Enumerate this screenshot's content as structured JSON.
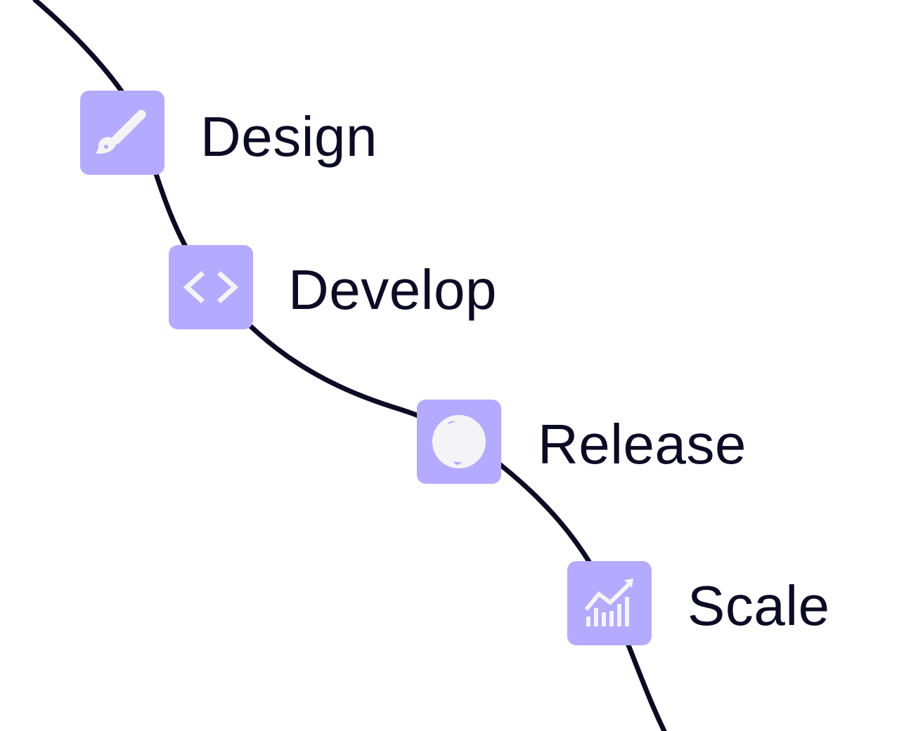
{
  "colors": {
    "path": "#0c0b24",
    "icon_background": "#b4aaff",
    "icon_glyph": "#f4f4f6",
    "label_text": "#0c0b24"
  },
  "steps": [
    {
      "label": "Design",
      "icon": "paintbrush-icon"
    },
    {
      "label": "Develop",
      "icon": "code-brackets-icon"
    },
    {
      "label": "Release",
      "icon": "globe-icon"
    },
    {
      "label": "Scale",
      "icon": "bar-chart-trend-icon"
    }
  ]
}
